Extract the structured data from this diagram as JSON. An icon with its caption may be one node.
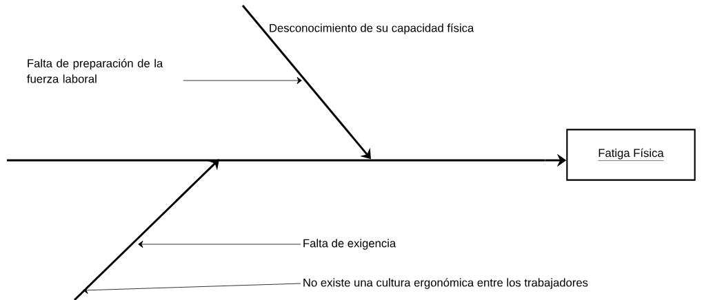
{
  "diagram": {
    "nodes": [
      {
        "text": [
          "Fatiga Física"
        ]
      },
      {
        "text": [
          "Falta de preparación de la fuerza laboral"
        ]
      },
      {
        "text": [
          "Falta de exigencia"
        ]
      },
      {
        "text": [
          "No existe una cultura ergonómica entre los trabajadores"
        ]
      },
      {
        "text": [
          "Desconocimiento de su capacidad física"
        ]
      },
      {
        "text": [],
        "shape": "bar"
      }
    ],
    "edges": [
      {
        "from": 5,
        "to": 0,
        "arrow": "to",
        "style": "thick"
      },
      {
        "from": 4,
        "to": 5,
        "arrow": "to",
        "style": "thick"
      },
      {
        "from": null,
        "to": 5,
        "arrow": "to",
        "style": "thick"
      },
      {
        "from": 1,
        "to": null,
        "arrow": "to"
      },
      {
        "from": 2,
        "to": null,
        "arrow": "to"
      },
      {
        "from": 3,
        "to": null,
        "arrow": "to"
      }
    ]
  }
}
